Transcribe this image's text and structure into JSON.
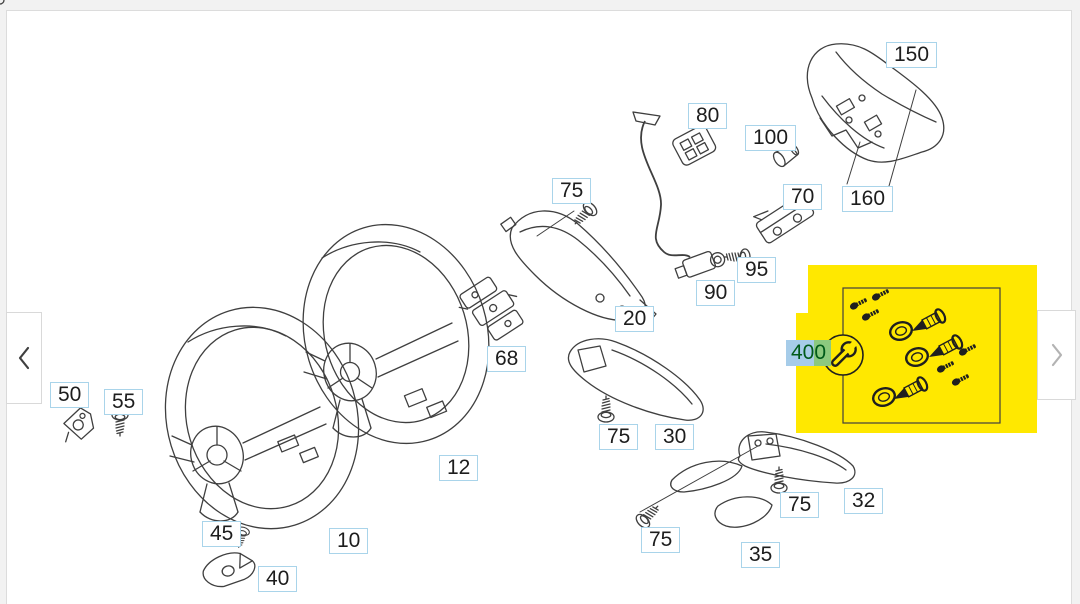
{
  "part_labels": [
    {
      "number": "150"
    },
    {
      "number": "160"
    },
    {
      "number": "80"
    },
    {
      "number": "100"
    },
    {
      "number": "70"
    },
    {
      "number": "95"
    },
    {
      "number": "90"
    },
    {
      "number": "75"
    },
    {
      "number": "20"
    },
    {
      "number": "68"
    },
    {
      "number": "50"
    },
    {
      "number": "55"
    },
    {
      "number": "12"
    },
    {
      "number": "10"
    },
    {
      "number": "45"
    },
    {
      "number": "40"
    },
    {
      "number": "75"
    },
    {
      "number": "30"
    },
    {
      "number": "75"
    },
    {
      "number": "35"
    },
    {
      "number": "75"
    },
    {
      "number": "32"
    }
  ],
  "selected_part": {
    "number": "400"
  },
  "icons": {
    "selected_part_icon": "wrench-icon",
    "nav_prev": "chevron-left-icon",
    "nav_next": "chevron-right-icon"
  },
  "colors": {
    "highlight_yellow": "#ffe800",
    "label_border_blue": "#a9d4ea",
    "selected_bg_blue": "#a6cce9",
    "selected_bg_green": "#8cc97f",
    "selected_text_green": "#005a19",
    "line_art": "#3f3f3f"
  }
}
